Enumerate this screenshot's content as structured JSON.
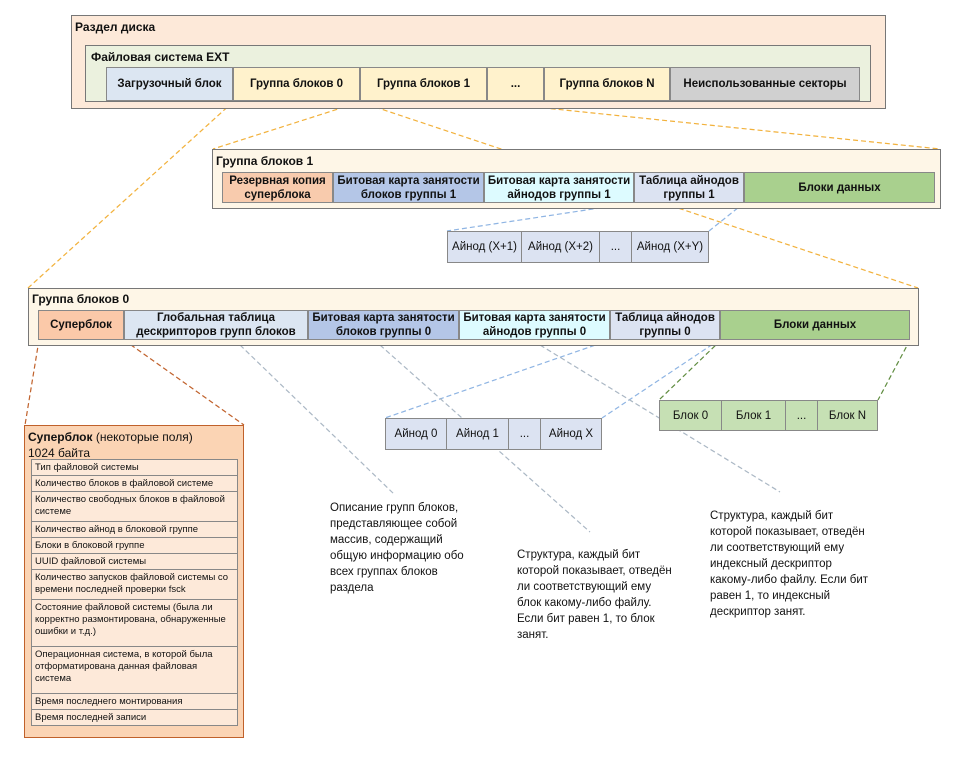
{
  "colors": {
    "partition_bg": "#fde9d9",
    "fs_bg": "#ebf1de",
    "group_bg": "#fef6e7",
    "boot": "#dce6f2",
    "block_group": "#fff2cc",
    "unused": "#d0d0d0",
    "sb_copy": "#f8cbad",
    "bitmap_blocks": "#b4c6e7",
    "bitmap_inodes": "#ddfbff",
    "inode_table": "#dce3f2",
    "data_blocks": "#a9d08e",
    "superblock": "#fbc9a9",
    "gdt": "#dce6f2",
    "line_orange": "#f2b13b",
    "line_blue": "#8eb4e3",
    "line_gray": "#aab7c4",
    "line_green": "#5e8b3e",
    "line_brown": "#c0612b"
  },
  "partition": {
    "title": "Раздел диска",
    "fs_title": "Файловая система EXT",
    "cells": [
      "Загрузочный блок",
      "Группа блоков 0",
      "Группа блоков 1",
      "...",
      "Группа блоков N",
      "Неиспользованные секторы"
    ]
  },
  "group1": {
    "title": "Группа блоков 1",
    "cells": [
      "Резервная копия суперблока",
      "Битовая карта занятости блоков группы 1",
      "Битовая карта занятости айнодов группы 1",
      "Таблица айнодов группы 1",
      "Блоки данных"
    ],
    "inodes": [
      "Айнод (X+1)",
      "Айнод (X+2)",
      "...",
      "Айнод (X+Y)"
    ]
  },
  "group0": {
    "title": "Группа блоков 0",
    "cells": [
      "Суперблок",
      "Глобальная таблица дескрипторов групп блоков",
      "Битовая карта занятости блоков группы 0",
      "Битовая карта занятости айнодов группы 0",
      "Таблица айнодов группы 0",
      "Блоки данных"
    ],
    "inodes": [
      "Айнод 0",
      "Айнод 1",
      "...",
      "Айнод X"
    ],
    "blocks": [
      "Блок 0",
      "Блок 1",
      "...",
      "Блок N"
    ]
  },
  "superblock": {
    "title": "Суперблок",
    "subtitle": "(некоторые поля)",
    "size": "1024 байта",
    "fields": [
      "Тип файловой системы",
      "Количество блоков в файловой системе",
      "Количество свободных блоков в файловой системе",
      "Количество айнод в блоковой группе",
      "Блоки в блоковой группе",
      "UUID файловой системы",
      "Количество запусков файловой системы со времени последней проверки fsck",
      "Состояние файловой системы (была ли корректно размонтирована, обнаруженные ошибки и т.д.)",
      "Операционная система, в которой была отформатирована данная файловая система",
      "Время последнего монтирования",
      "Время последней записи"
    ]
  },
  "descriptions": {
    "gdt": "Описание групп блоков, представляющее собой массив, содержащий общую информацию обо всех группах блоков раздела",
    "block_bitmap": "Структура, каждый бит которой показывает, отведён ли соответствующий ему блок какому-либо файлу. Если бит равен 1, то блок занят.",
    "inode_bitmap": "Структура, каждый бит которой показывает, отведён ли соответствующий ему индексный дескриптор какому-либо файлу. Если бит равен 1, то индексный дескриптор занят."
  }
}
